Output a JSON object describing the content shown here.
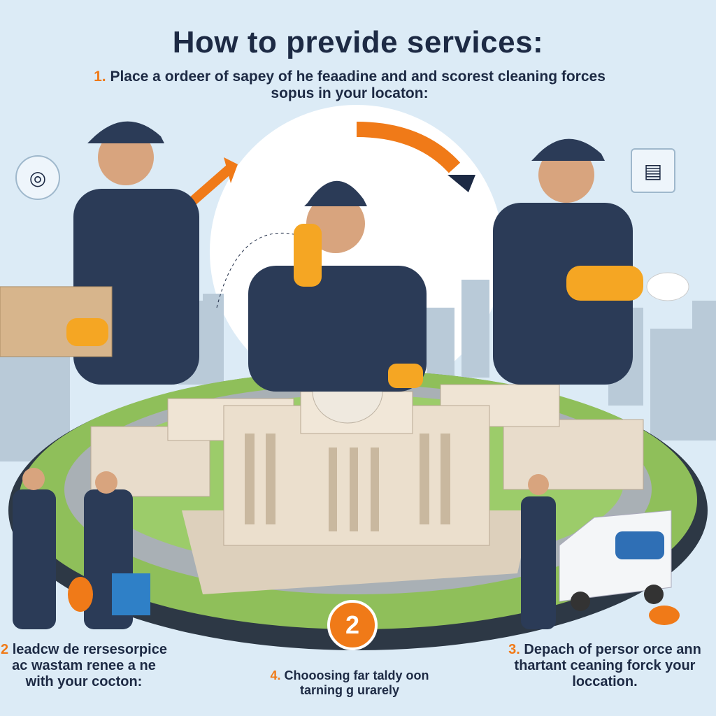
{
  "title": "How to previde services:",
  "steps": [
    {
      "number": "1.",
      "text": "Place a ordeer of sapey of he feaadine and and scorest cleaning forces sopus in your locaton:"
    },
    {
      "number": "2",
      "text": "leadcw de rersesorpice ac wastam renee a ne with your cocton:"
    },
    {
      "number": "3.",
      "text": "Depach of persor orce ann thartant ceaning forck your loccation."
    },
    {
      "number": "4.",
      "text": "Chooosing far taldy oon tarning g urarely"
    }
  ],
  "center_badge": "2",
  "colors": {
    "accent": "#f07a18",
    "navy": "#1d2a44",
    "background": "#dcebf6"
  }
}
